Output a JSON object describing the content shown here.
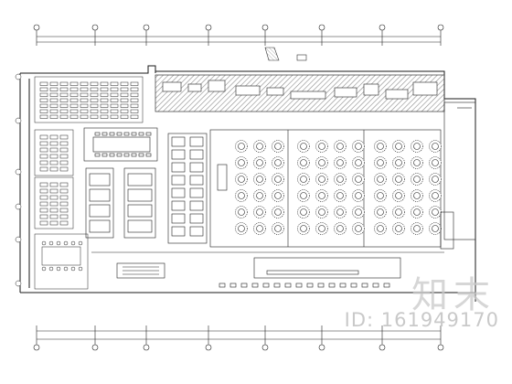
{
  "watermark": {
    "brand": "知末",
    "id_text": "ID: 161949170"
  },
  "colors": {
    "line": "#1a1a1a",
    "hatch": "#8c8c8c",
    "watermark": "#c9c9c9"
  },
  "hall": {
    "rows_per_section": 6,
    "cols_per_section": 4,
    "sections": 3
  }
}
